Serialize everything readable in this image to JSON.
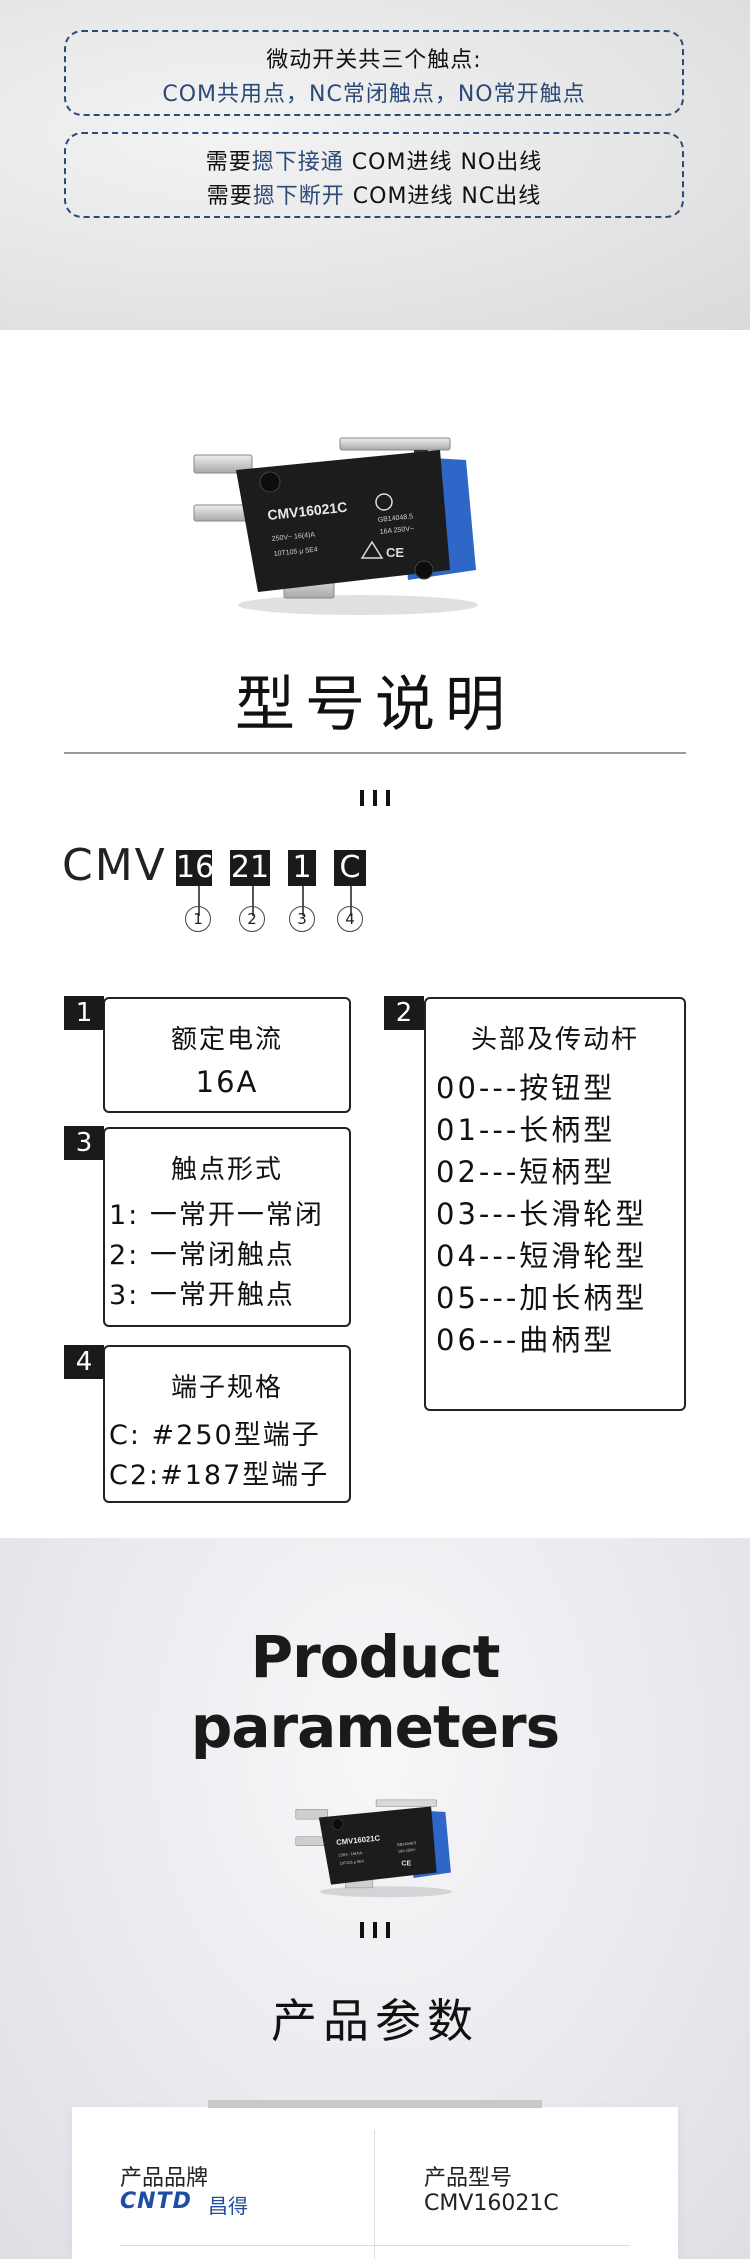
{
  "info": {
    "box1_line1": "微动开关共三个触点:",
    "box1_line2": "COM共用点，NC常闭触点，NO常开触点",
    "box2_line1_pre": "需要",
    "box2_line1_hl": "摁下接通",
    "box2_line1_post": " COM进线 NO出线",
    "box2_line2_pre": "需要",
    "box2_line2_hl": "摁下断开",
    "box2_line2_post": " COM进线 NC出线"
  },
  "switch_print": {
    "model": "CMV16021C",
    "rating": "250V~  16(4)A",
    "code": "10T105 μ 5E4",
    "std": "GB14048.5",
    "rating2": "16A  250V~"
  },
  "model_section": {
    "title": "型号说明",
    "code_prefix": "CMV",
    "code_parts": [
      "16",
      "21",
      "1",
      "C"
    ],
    "circle_labels": [
      "1",
      "2",
      "3",
      "4"
    ]
  },
  "specs": {
    "s1": {
      "tag": "1",
      "title": "额定电流",
      "lines": [
        "16A"
      ]
    },
    "s2": {
      "tag": "2",
      "title": "头部及传动杆",
      "lines": [
        "00---按钮型",
        "01---长柄型",
        "02---短柄型",
        "03---长滑轮型",
        "04---短滑轮型",
        "05---加长柄型",
        "06---曲柄型"
      ]
    },
    "s3": {
      "tag": "3",
      "title": "触点形式",
      "lines": [
        "1:  一常开一常闭",
        "2:  一常闭触点",
        "3:  一常开触点"
      ]
    },
    "s4": {
      "tag": "4",
      "title": "端子规格",
      "lines": [
        "C:  #250型端子",
        "C2:#187型端子"
      ]
    }
  },
  "params": {
    "eng_line1": "Product",
    "eng_line2": "parameters",
    "title": "产品参数",
    "brand_label": "产品品牌",
    "brand_logo": "CNTD",
    "brand_cn": "昌得",
    "model_label": "产品型号",
    "model_value": "CMV16021C"
  },
  "colors": {
    "accent_blue": "#2b4a78",
    "brand_blue": "#1e4da1",
    "switch_body": "#1c1c1c",
    "switch_blue": "#2f67c9"
  }
}
